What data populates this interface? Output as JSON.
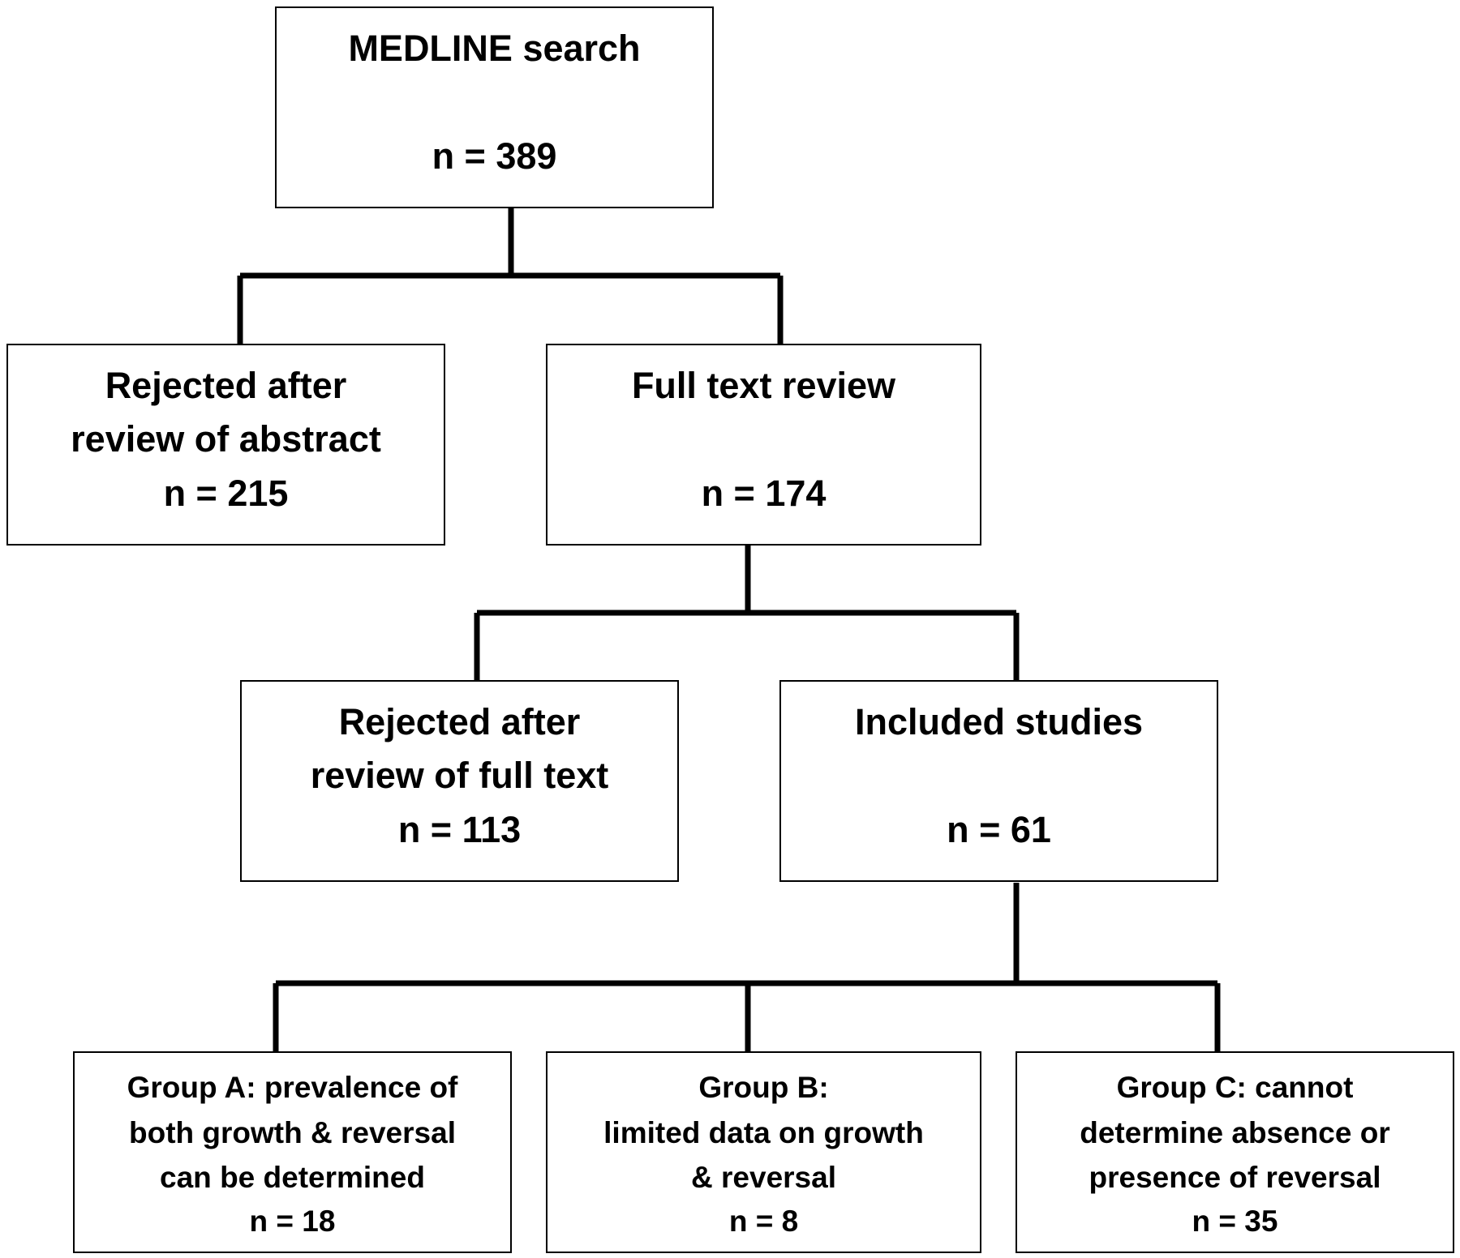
{
  "nodes": {
    "medline": {
      "lines": [
        "MEDLINE search",
        "n = 389"
      ]
    },
    "rejected_abstract": {
      "lines": [
        "Rejected after",
        "review of abstract",
        "n = 215"
      ]
    },
    "full_text_review": {
      "lines": [
        "Full text review",
        "n = 174"
      ]
    },
    "rejected_full_text": {
      "lines": [
        "Rejected after",
        "review of full text",
        "n = 113"
      ]
    },
    "included_studies": {
      "lines": [
        "Included studies",
        "n = 61"
      ]
    },
    "group_a": {
      "lines": [
        "Group A: prevalence of",
        "both growth & reversal",
        "can be determined",
        "n = 18"
      ]
    },
    "group_b": {
      "lines": [
        "Group B:",
        "limited data on growth",
        "& reversal",
        "n = 8"
      ]
    },
    "group_c": {
      "lines": [
        "Group C: cannot",
        "determine absence or",
        "presence of reversal",
        "n = 35"
      ]
    }
  },
  "edges": [
    {
      "from": "medline",
      "to": [
        "rejected_abstract",
        "full_text_review"
      ]
    },
    {
      "from": "full_text_review",
      "to": [
        "rejected_full_text",
        "included_studies"
      ]
    },
    {
      "from": "included_studies",
      "to": [
        "group_a",
        "group_b",
        "group_c"
      ]
    }
  ]
}
